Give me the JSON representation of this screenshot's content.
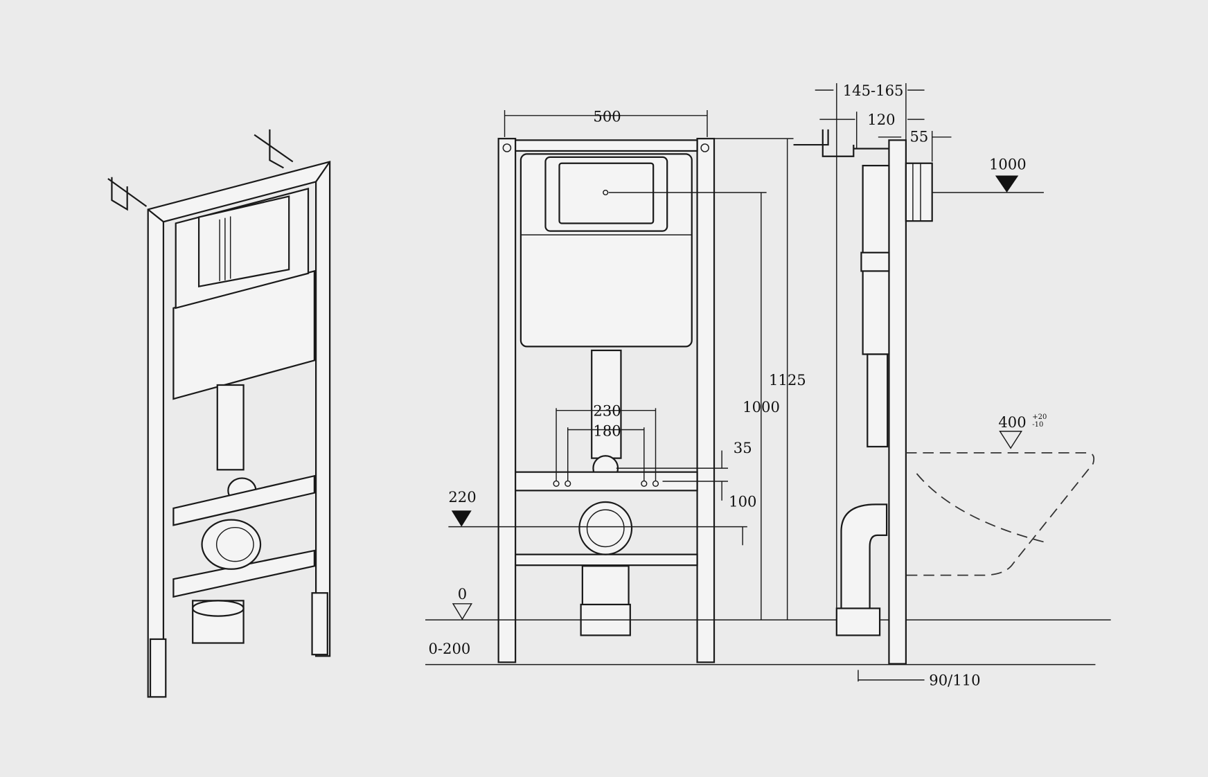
{
  "title": "Concealed WC cistern frame installation drawing",
  "colors": {
    "background": "#ebebeb",
    "line": "#1a1a1a"
  },
  "dimensions": {
    "frame_width": "500",
    "frame_height_total": "1125",
    "flush_plate_height": "1000",
    "waste_spacing_outer": "230",
    "waste_spacing_inner": "180",
    "dim_35": "35",
    "dim_100": "100",
    "drain_level": "220",
    "floor_level": "0",
    "leg_adjust": "0-200",
    "wall_depth": "145-165",
    "bracket_depth": "120",
    "plate_depth": "55",
    "side_level": "1000",
    "seat_height": "400",
    "seat_tol_plus": "+20",
    "seat_tol_minus": "-10",
    "foot_offset": "90/110"
  }
}
